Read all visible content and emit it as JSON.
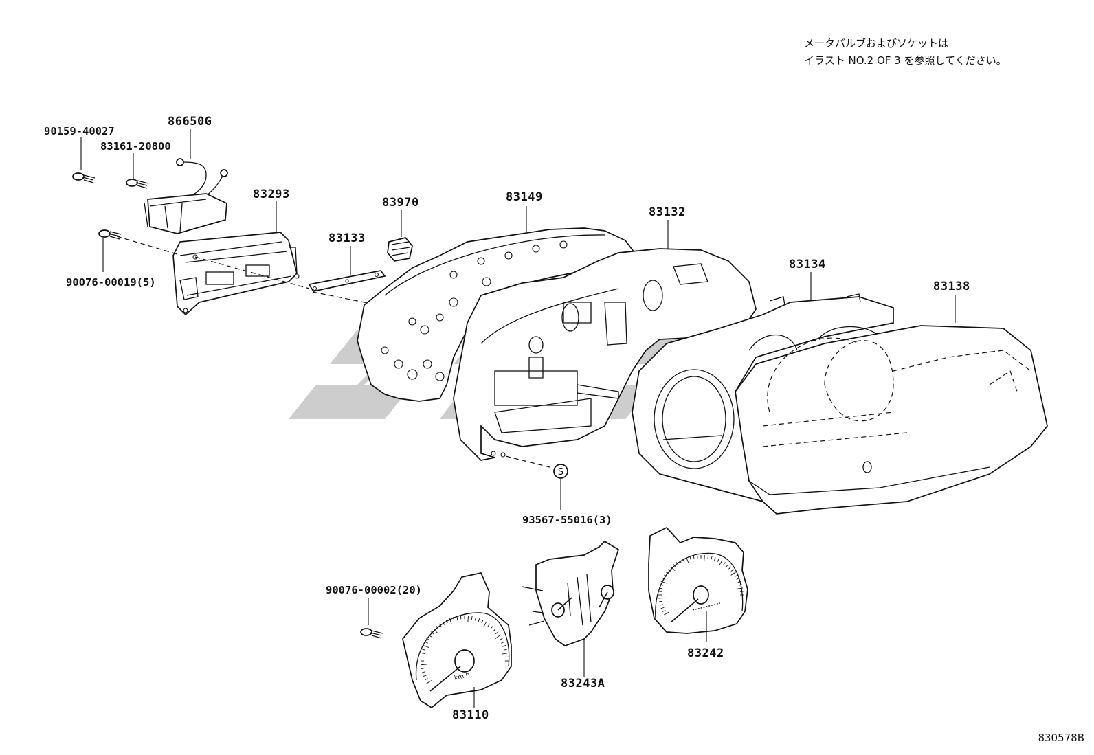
{
  "note": {
    "line1": "メータバルブおよびソケットは",
    "line2": "イラスト NO.2 OF 3 を参照してください。"
  },
  "figure_code": "830578B",
  "watermark": {
    "color": "#c8c8c8"
  },
  "parts": {
    "p90159_40027": "90159-40027",
    "p86650G": "86650G",
    "p83161_20800": "83161-20800",
    "p83293": "83293",
    "p90076_00019": "90076-00019(5)",
    "p83133": "83133",
    "p83970": "83970",
    "p83149": "83149",
    "p83132": "83132",
    "p83134": "83134",
    "p83138": "83138",
    "p93567_55016": "93567-55016(3)",
    "p90076_00002": "90076-00002(20)",
    "p83110": "83110",
    "p83243A": "83243A",
    "p83242": "83242"
  },
  "symbols": {
    "screw_marker": "S",
    "speedo_unit": "km/h"
  }
}
